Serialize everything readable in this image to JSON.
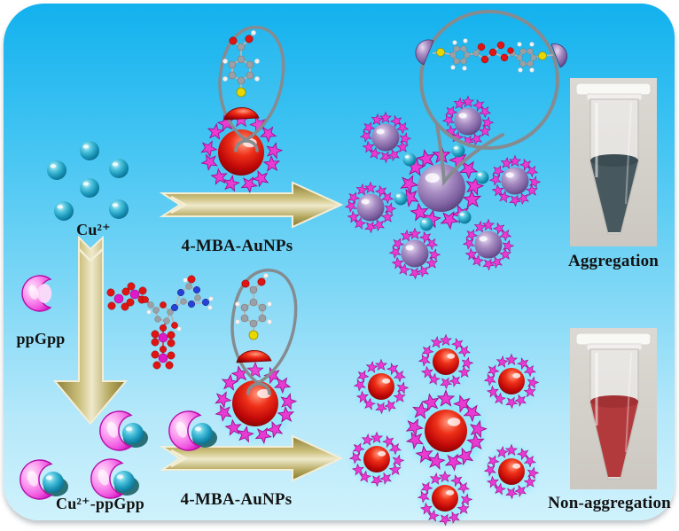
{
  "figure": {
    "species": {
      "cu_label": "Cu²⁺",
      "ppgpp_label": "ppGpp",
      "complex_label": "Cu²⁺-ppGpp"
    },
    "arrows": {
      "top_label": "4-MBA-AuNPs",
      "bottom_label": "4-MBA-AuNPs"
    },
    "results": {
      "aggregated_caption": "Aggregation",
      "dispersed_caption": "Non-aggregation"
    },
    "colors": {
      "background_top": "#12b1ee",
      "background_bottom": "#cff2fc",
      "arrow": "#cfc27f",
      "cu_ion": "#1f9ec0",
      "aunp_dispersed": "#c00808",
      "aunp_aggregated": "#7c5fa0",
      "mba_star": "#e83bd2",
      "ppgpp_crescent": "#ef54e0",
      "aggregated_solution": "#48585f",
      "dispersed_solution": "#b23a3d"
    }
  }
}
